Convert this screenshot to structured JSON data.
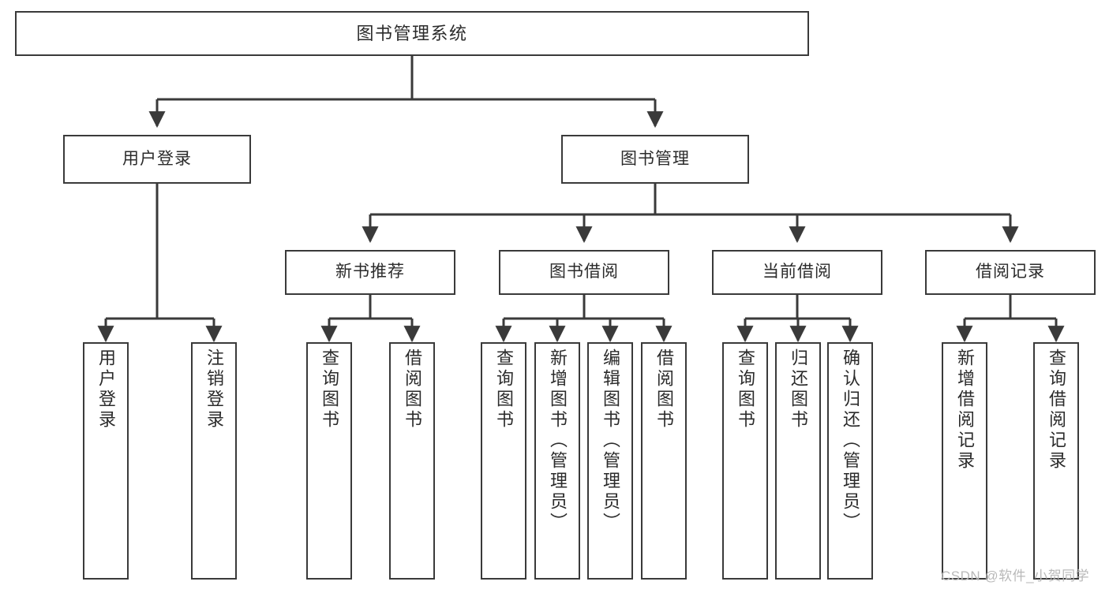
{
  "diagram": {
    "title": "图书管理系统",
    "type": "hierarchy-tree",
    "watermark": "CSDN @软件_小贺同学",
    "colors": {
      "box_border": "#3a3a3a",
      "box_fill": "#ffffff",
      "connector": "#3a3a3a",
      "text": "#2b2b2b",
      "watermark": "#b9b9b9"
    },
    "nodes": {
      "root": {
        "label": "图书管理系统"
      },
      "level2": [
        {
          "id": "user-login",
          "label": "用户登录"
        },
        {
          "id": "book-management",
          "label": "图书管理"
        }
      ],
      "level3": [
        {
          "id": "new-book-recommend",
          "label": "新书推荐"
        },
        {
          "id": "book-borrow",
          "label": "图书借阅"
        },
        {
          "id": "current-borrow",
          "label": "当前借阅"
        },
        {
          "id": "borrow-record",
          "label": "借阅记录"
        }
      ],
      "leaves": {
        "user_login": [
          {
            "id": "leaf-user-login",
            "label": "用户登录"
          },
          {
            "id": "leaf-logout-login",
            "label": "注销登录"
          }
        ],
        "new_book_recommend": [
          {
            "id": "leaf-query-book-1",
            "label": "查询图书"
          },
          {
            "id": "leaf-borrow-book-1",
            "label": "借阅图书"
          }
        ],
        "book_borrow": [
          {
            "id": "leaf-query-book-2",
            "label": "查询图书"
          },
          {
            "id": "leaf-add-book",
            "label": "新增图书（管理员）"
          },
          {
            "id": "leaf-edit-book",
            "label": "编辑图书（管理员）"
          },
          {
            "id": "leaf-borrow-book-2",
            "label": "借阅图书"
          }
        ],
        "current_borrow": [
          {
            "id": "leaf-query-book-3",
            "label": "查询图书"
          },
          {
            "id": "leaf-return-book",
            "label": "归还图书"
          },
          {
            "id": "leaf-confirm-return",
            "label": "确认归还（管理员）"
          }
        ],
        "borrow_record": [
          {
            "id": "leaf-add-record",
            "label": "新增借阅记录"
          },
          {
            "id": "leaf-query-record",
            "label": "查询借阅记录"
          }
        ]
      }
    }
  }
}
